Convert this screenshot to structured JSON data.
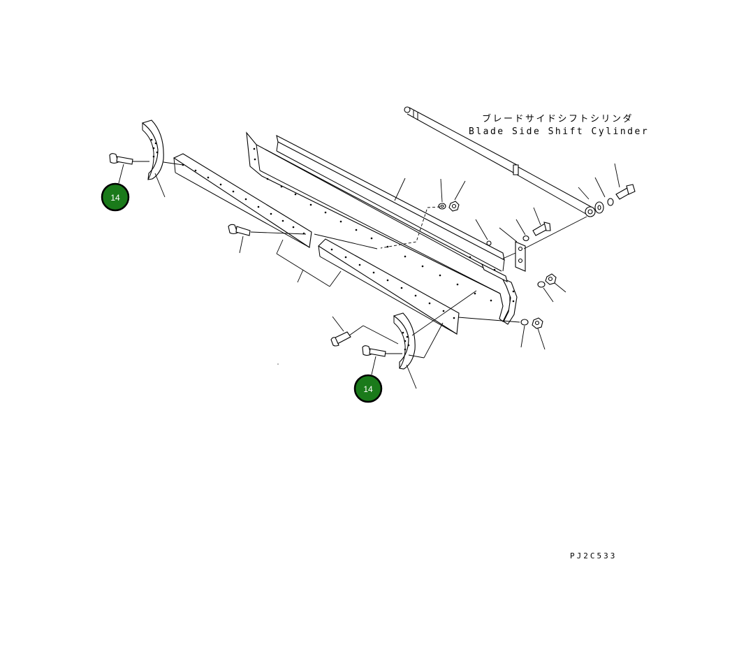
{
  "diagram": {
    "label_jp": "ブレードサイドシフトシリンダ",
    "label_en": "Blade Side Shift Cylinder",
    "drawing_code": "PJ2C533",
    "badges": [
      {
        "number": "14",
        "color": "#1a7a1a"
      },
      {
        "number": "14",
        "color": "#1a7a1a"
      }
    ]
  }
}
